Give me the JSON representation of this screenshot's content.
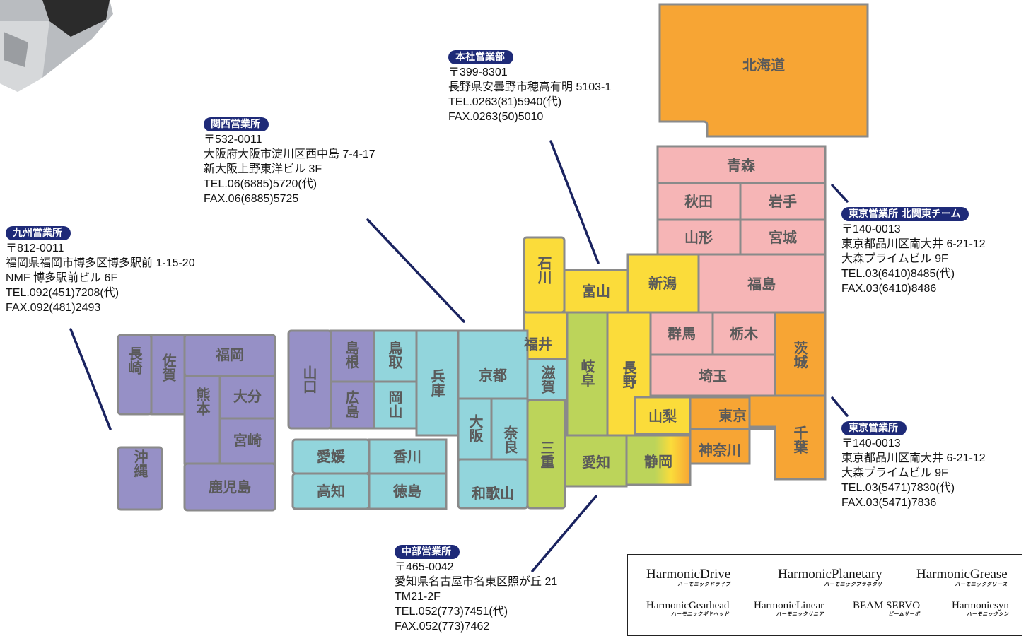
{
  "colors": {
    "kyushu": "#9690c6",
    "kansai": "#92d5dc",
    "chubu": "#bcd45a",
    "chubu_yellow": "#fbdc3a",
    "kanto_orange": "#f7a534",
    "tohoku_pink": "#f6b5b6",
    "badge": "#1e2a78"
  },
  "prefectures": {
    "hokkaido": "北海道",
    "aomori": "青森",
    "akita": "秋田",
    "iwate": "岩手",
    "yamagata": "山形",
    "miyagi": "宮城",
    "fukushima": "福島",
    "niigata": "新潟",
    "toyama": "富山",
    "ishikawa": "石川",
    "fukui": "福井",
    "gifu": "岐阜",
    "nagano": "長野",
    "gunma": "群馬",
    "tochigi": "栃木",
    "ibaraki": "茨城",
    "saitama": "埼玉",
    "yamanashi": "山梨",
    "tokyo": "東京",
    "chiba": "千葉",
    "kanagawa": "神奈川",
    "shizuoka": "静岡",
    "aichi": "愛知",
    "mie": "三重",
    "shiga": "滋賀",
    "kyoto": "京都",
    "osaka": "大阪",
    "nara": "奈良",
    "wakayama": "和歌山",
    "hyogo": "兵庫",
    "tottori": "鳥取",
    "okayama": "岡山",
    "shimane": "島根",
    "hiroshima": "広島",
    "yamaguchi": "山口",
    "ehime": "愛媛",
    "kagawa": "香川",
    "kochi": "高知",
    "tokushima": "徳島",
    "fukuoka": "福岡",
    "saga": "佐賀",
    "nagasaki": "長崎",
    "kumamoto": "熊本",
    "oita": "大分",
    "miyazaki": "宮崎",
    "kagoshima": "鹿児島",
    "okinawa": "沖縄"
  },
  "offices": {
    "honsha": {
      "name": "本社営業部",
      "lines": [
        "〒399-8301",
        "長野県安曇野市穂高有明 5103-1",
        "TEL.0263(81)5940(代)",
        "FAX.0263(50)5010"
      ]
    },
    "kansai": {
      "name": "関西営業所",
      "lines": [
        "〒532-0011",
        "大阪府大阪市淀川区西中島 7-4-17",
        "新大阪上野東洋ビル 3F",
        "TEL.06(6885)5720(代)",
        "FAX.06(6885)5725"
      ]
    },
    "kyushu": {
      "name": "九州営業所",
      "lines": [
        "〒812-0011",
        "福岡県福岡市博多区博多駅前 1-15-20",
        "NMF 博多駅前ビル 6F",
        "TEL.092(451)7208(代)",
        "FAX.092(481)2493"
      ]
    },
    "tokyo_north": {
      "name": "東京営業所 北関東チーム",
      "lines": [
        "〒140-0013",
        "東京都品川区南大井 6-21-12",
        "大森プライムビル 9F",
        "TEL.03(6410)8485(代)",
        "FAX.03(6410)8486"
      ]
    },
    "tokyo": {
      "name": "東京営業所",
      "lines": [
        "〒140-0013",
        "東京都品川区南大井 6-21-12",
        "大森プライムビル 9F",
        "TEL.03(5471)7830(代)",
        "FAX.03(5471)7836"
      ]
    },
    "chubu": {
      "name": "中部営業所",
      "lines": [
        "〒465-0042",
        "愛知県名古屋市名東区照が丘 21",
        "TM21-2F",
        "TEL.052(773)7451(代)",
        "FAX.052(773)7462"
      ]
    }
  },
  "brands": [
    {
      "name": "HarmonicDrive",
      "reading": "ハーモニックドライブ"
    },
    {
      "name": "HarmonicPlanetary",
      "reading": "ハーモニックプラネタリ"
    },
    {
      "name": "HarmonicGrease",
      "reading": "ハーモニックグリース"
    },
    {
      "name": "HarmonicGearhead",
      "reading": "ハーモニックギヤヘッド"
    },
    {
      "name": "HarmonicLinear",
      "reading": "ハーモニックリニア"
    },
    {
      "name": "BEAM SERVO",
      "reading": "ビームサーボ"
    },
    {
      "name": "Harmonicsyn",
      "reading": "ハーモニックシン"
    }
  ]
}
